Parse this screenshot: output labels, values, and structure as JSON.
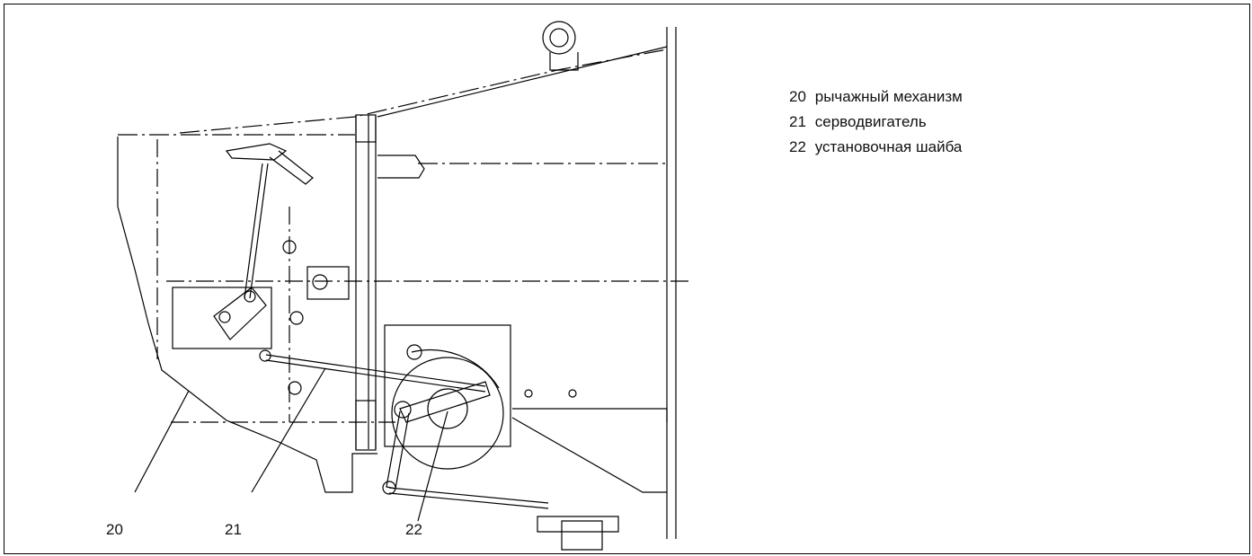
{
  "legend": [
    {
      "number": "20",
      "label": "рычажный механизм"
    },
    {
      "number": "21",
      "label": "серводвигатель"
    },
    {
      "number": "22",
      "label": "установочная шайба"
    }
  ],
  "callouts": [
    "20",
    "21",
    "22"
  ]
}
